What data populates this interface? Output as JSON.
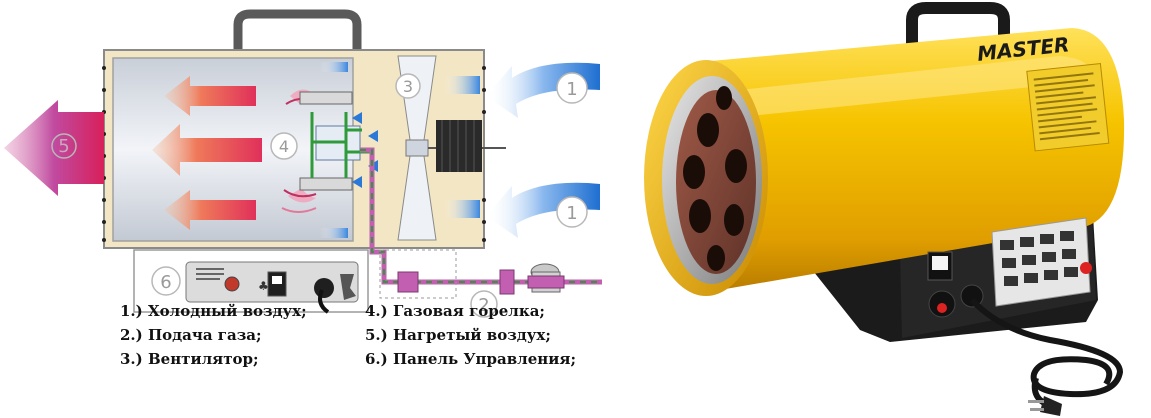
{
  "diagram": {
    "markers": {
      "cold_air_top": "1",
      "cold_air_bottom": "1",
      "gas_supply": "2",
      "fan": "3",
      "burner": "4",
      "heated_air": "5",
      "control_panel": "6"
    },
    "legend": [
      "1.) Холодный воздух;",
      "4.) Газовая горелка;",
      "2.) Подача газа;",
      "5.) Нагретый воздух;",
      "3.) Вентилятор;",
      "6.) Панель Управления;"
    ]
  },
  "product": {
    "brand": "MASTER"
  },
  "colors": {
    "housing": "#f3e6c4",
    "chamber": "#dde2ea",
    "cold_air": "#1e6fd0",
    "heated_air": "#e0305a",
    "gas_line": "#c25fb0",
    "gas_flow": "#2f9a3a",
    "heater_body": "#f2b800",
    "heater_base": "#1b1b1b"
  }
}
